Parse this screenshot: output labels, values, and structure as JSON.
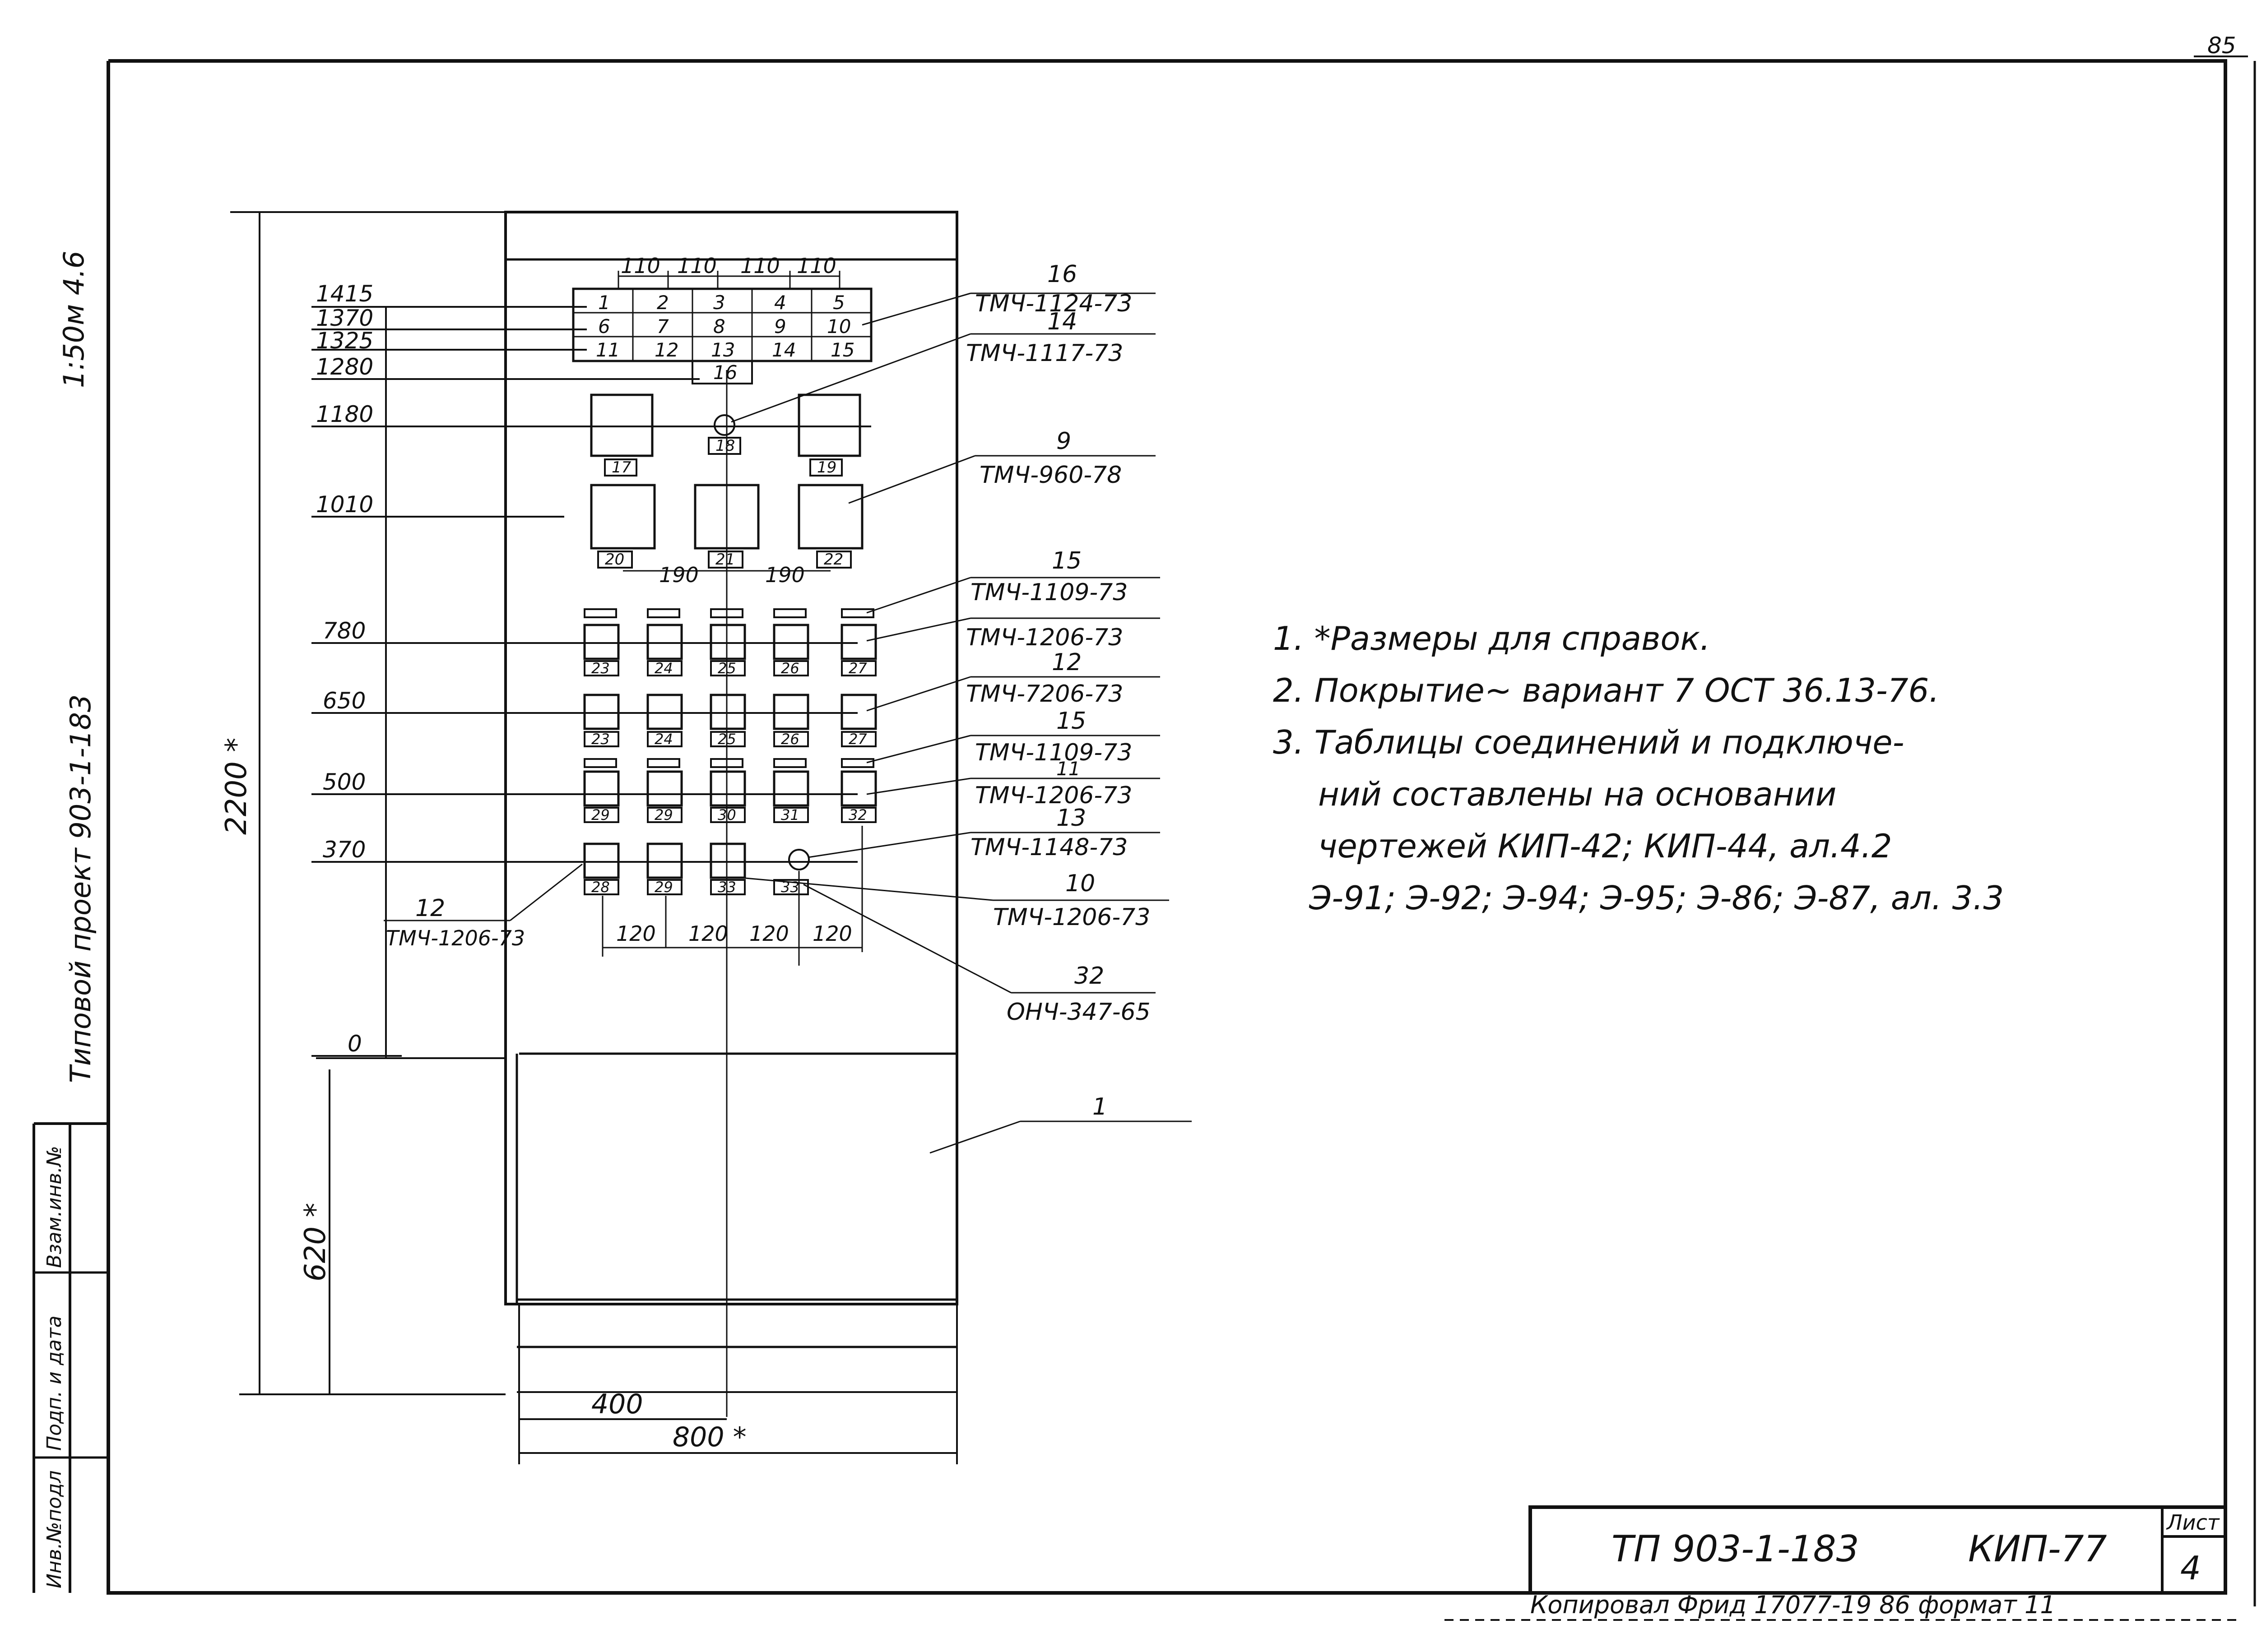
{
  "sheet_corner": "85",
  "side_labels": {
    "scale": "1:50м 4.6",
    "project": "Типовой проект 903-1-183",
    "cells": [
      "Взам.инв.№",
      "Подп. и дата",
      "Инв.№подл"
    ]
  },
  "heights": [
    "1415",
    "1370",
    "1325",
    "1280",
    "1180",
    "1010",
    "780",
    "650",
    "500",
    "370",
    "0"
  ],
  "overall": {
    "height_2200": "2200 *",
    "height_620": "620 *",
    "width_400": "400",
    "width_800": "800 *"
  },
  "top_spacing": [
    "110",
    "110",
    "110",
    "110"
  ],
  "block_cells": [
    [
      "1",
      "2",
      "3",
      "4",
      "5"
    ],
    [
      "6",
      "7",
      "8",
      "9",
      "10"
    ],
    [
      "11",
      "12",
      "13",
      "14",
      "15"
    ]
  ],
  "cell_16": "16",
  "mid_labels": {
    "l17": "17",
    "l18": "18",
    "l19": "19",
    "l20": "20",
    "l21": "21",
    "l22": "22",
    "gap1": "190",
    "gap2": "190"
  },
  "row_a": [
    "23",
    "24",
    "25",
    "26",
    "27"
  ],
  "row_b": [
    "23",
    "24",
    "25",
    "26",
    "27"
  ],
  "row_c": [
    "29",
    "29",
    "30",
    "31",
    "32"
  ],
  "row_d": [
    "28",
    "29",
    "33",
    "33"
  ],
  "bottom_spacing": [
    "120",
    "120",
    "120",
    "120"
  ],
  "callouts": {
    "c16": {
      "num": "16",
      "code": "ТМЧ-1124-73"
    },
    "c14": {
      "num": "14",
      "code": "ТМЧ-1117-73"
    },
    "c9": {
      "num": "9",
      "code": "ТМЧ-960-78"
    },
    "c15a": {
      "num": "15",
      "code": "ТМЧ-1109-73"
    },
    "c1206a": {
      "code": "ТМЧ-1206-73"
    },
    "c12": {
      "num": "12",
      "code": "ТМЧ-7206-73"
    },
    "c15b": {
      "num": "15",
      "code": "ТМЧ-1109-73"
    },
    "c11": {
      "num": "11",
      "code": "ТМЧ-1206-73"
    },
    "c13": {
      "num": "13",
      "code": "ТМЧ-1148-73"
    },
    "c10": {
      "num": "10",
      "code": "ТМЧ-1206-73"
    },
    "c32": {
      "num": "32",
      "code": "ОНЧ-347-65"
    },
    "c12left": {
      "num": "12",
      "code": "ТМЧ-1206-73"
    },
    "c1": {
      "num": "1"
    }
  },
  "notes": [
    "1.  *Размеры для справок.",
    "2.  Покрытие~ вариант 7 ОСТ 36.13-76.",
    "3.  Таблицы соединений и подключе-",
    "ний составлены на основании",
    "чертежей КИП-42; КИП-44, ал.4.2",
    "Э-91; Э-92; Э-94; Э-95; Э-86; Э-87, ал. 3.3"
  ],
  "title_block": {
    "project": "ТП 903-1-183",
    "drawing": "КИП-77",
    "sheet_label": "Лист",
    "sheet_number": "4"
  },
  "footer": "Копировал Фрид 17077-19 86 формат 11"
}
